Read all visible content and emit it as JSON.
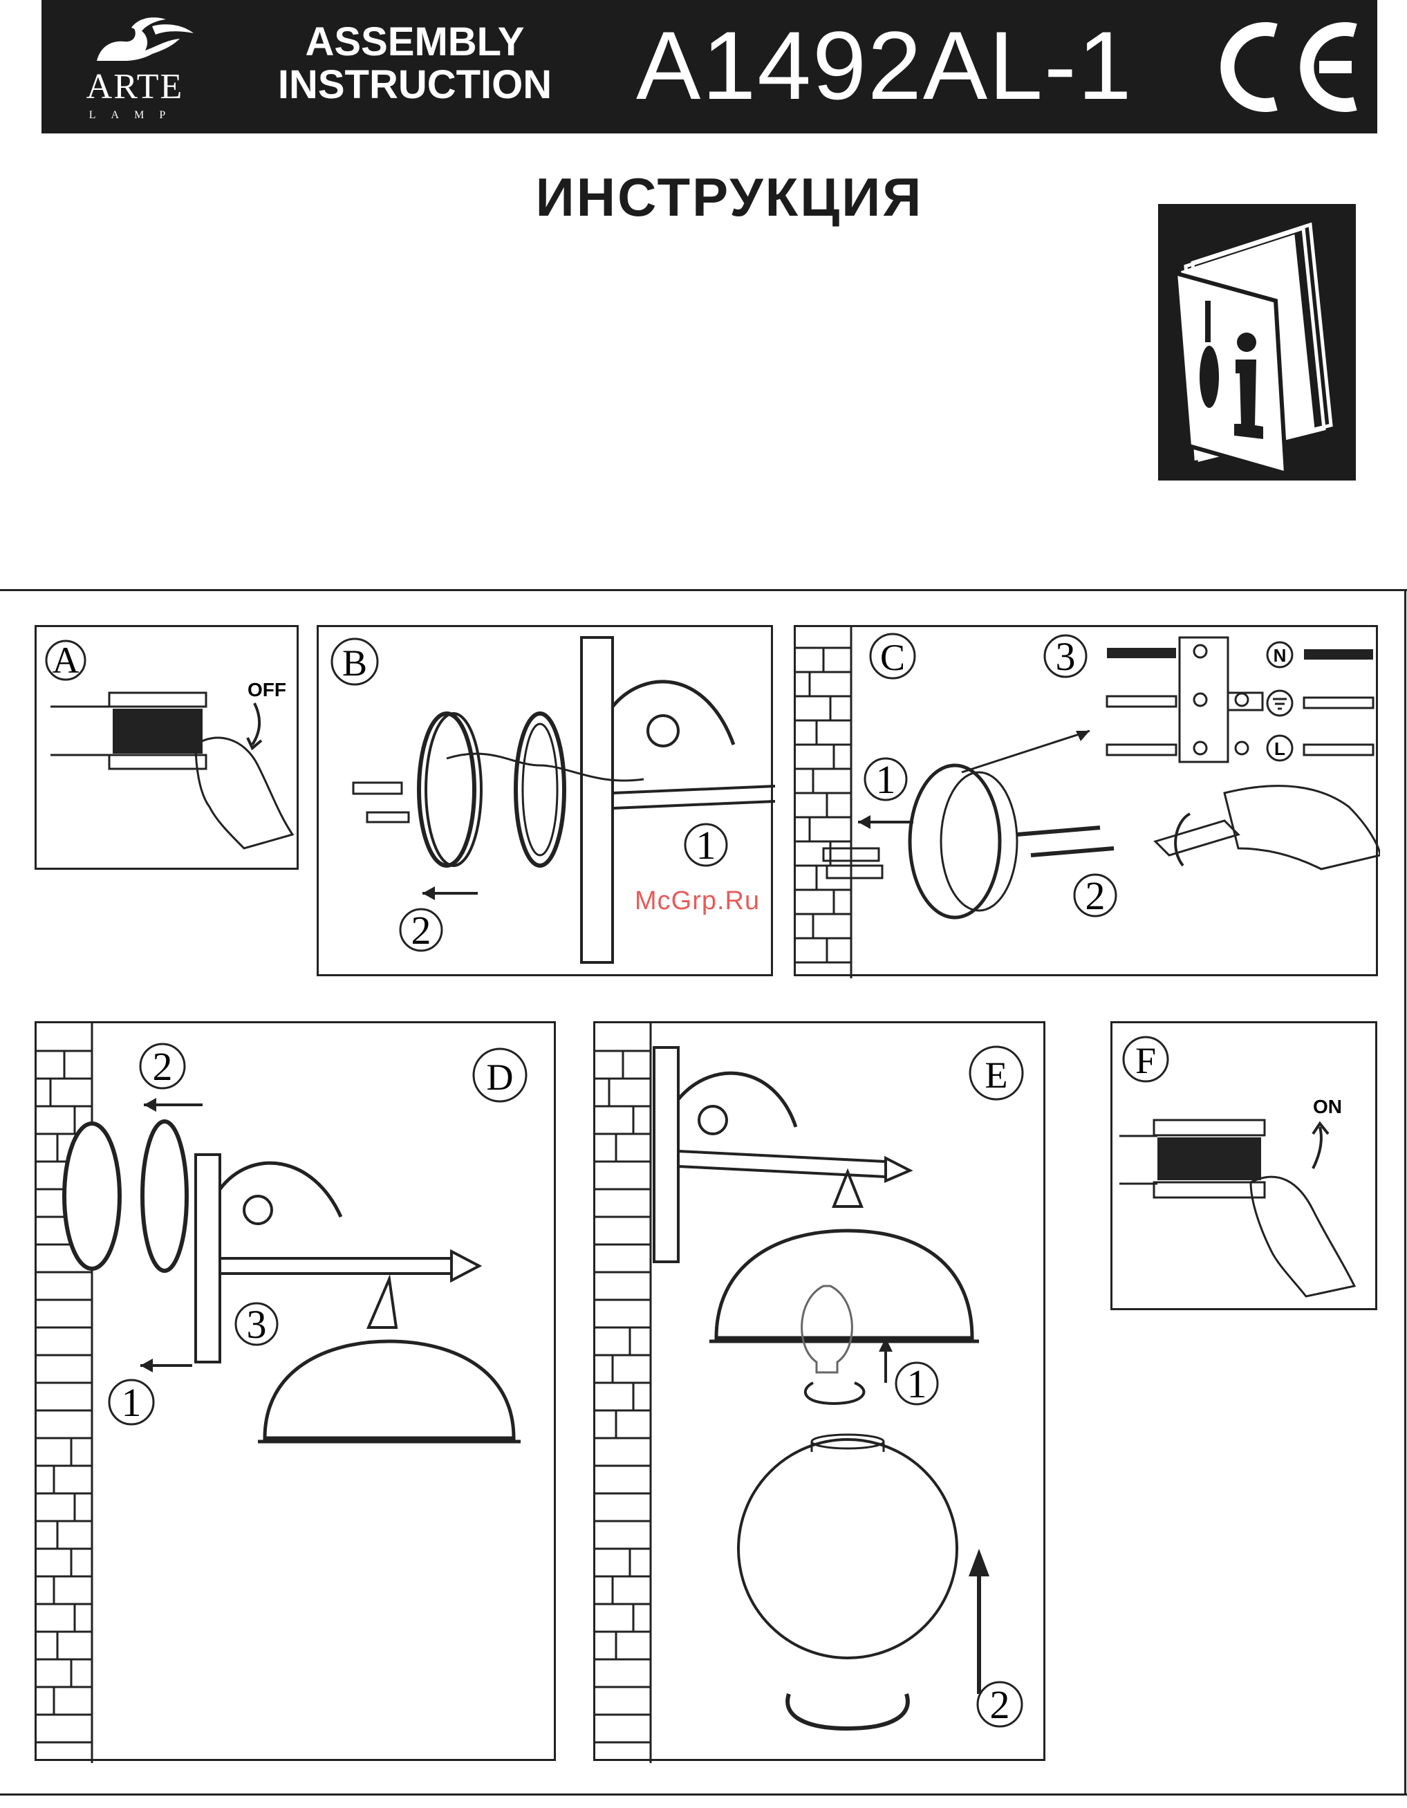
{
  "header": {
    "brand": "ARTE",
    "brand_sub": "LAMP",
    "assembly_line1": "ASSEMBLY",
    "assembly_line2": "INSTRUCTION",
    "model": "A1492AL-1"
  },
  "title": "ИНСТРУКЦИЯ",
  "watermark": "McGrp.Ru",
  "steps": {
    "A": {
      "letter": "A",
      "switch_label": "OFF"
    },
    "B": {
      "letter": "B",
      "n1": "1",
      "n2": "2"
    },
    "C": {
      "letter": "C",
      "n1": "1",
      "n2": "2",
      "n3": "3",
      "term_n": "N",
      "term_l": "L"
    },
    "D": {
      "letter": "D",
      "n1": "1",
      "n2": "2",
      "n3": "3"
    },
    "E": {
      "letter": "E",
      "n1": "1",
      "n2": "2"
    },
    "F": {
      "letter": "F",
      "switch_label": "ON"
    }
  },
  "colors": {
    "header_bg": "#1c1c1c",
    "watermark": "#e85a5a"
  }
}
